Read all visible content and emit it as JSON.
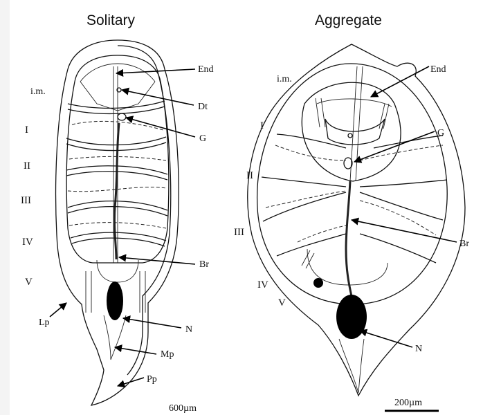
{
  "panels": {
    "solitary": {
      "title": "Solitary",
      "scale": "600µm",
      "roman": [
        "I",
        "II",
        "III",
        "IV",
        "V"
      ],
      "labels": {
        "im": "i.m.",
        "end": "End",
        "dt": "Dt",
        "g": "G",
        "br": "Br",
        "n": "N",
        "lp": "Lp",
        "mp": "Mp",
        "pp": "Pp"
      }
    },
    "aggregate": {
      "title": "Aggregate",
      "scale": "200µm",
      "roman": [
        "I",
        "II",
        "III",
        "IV",
        "V"
      ],
      "labels": {
        "im": "i.m.",
        "end": "End",
        "g": "G",
        "br": "Br",
        "n": "N"
      }
    }
  }
}
